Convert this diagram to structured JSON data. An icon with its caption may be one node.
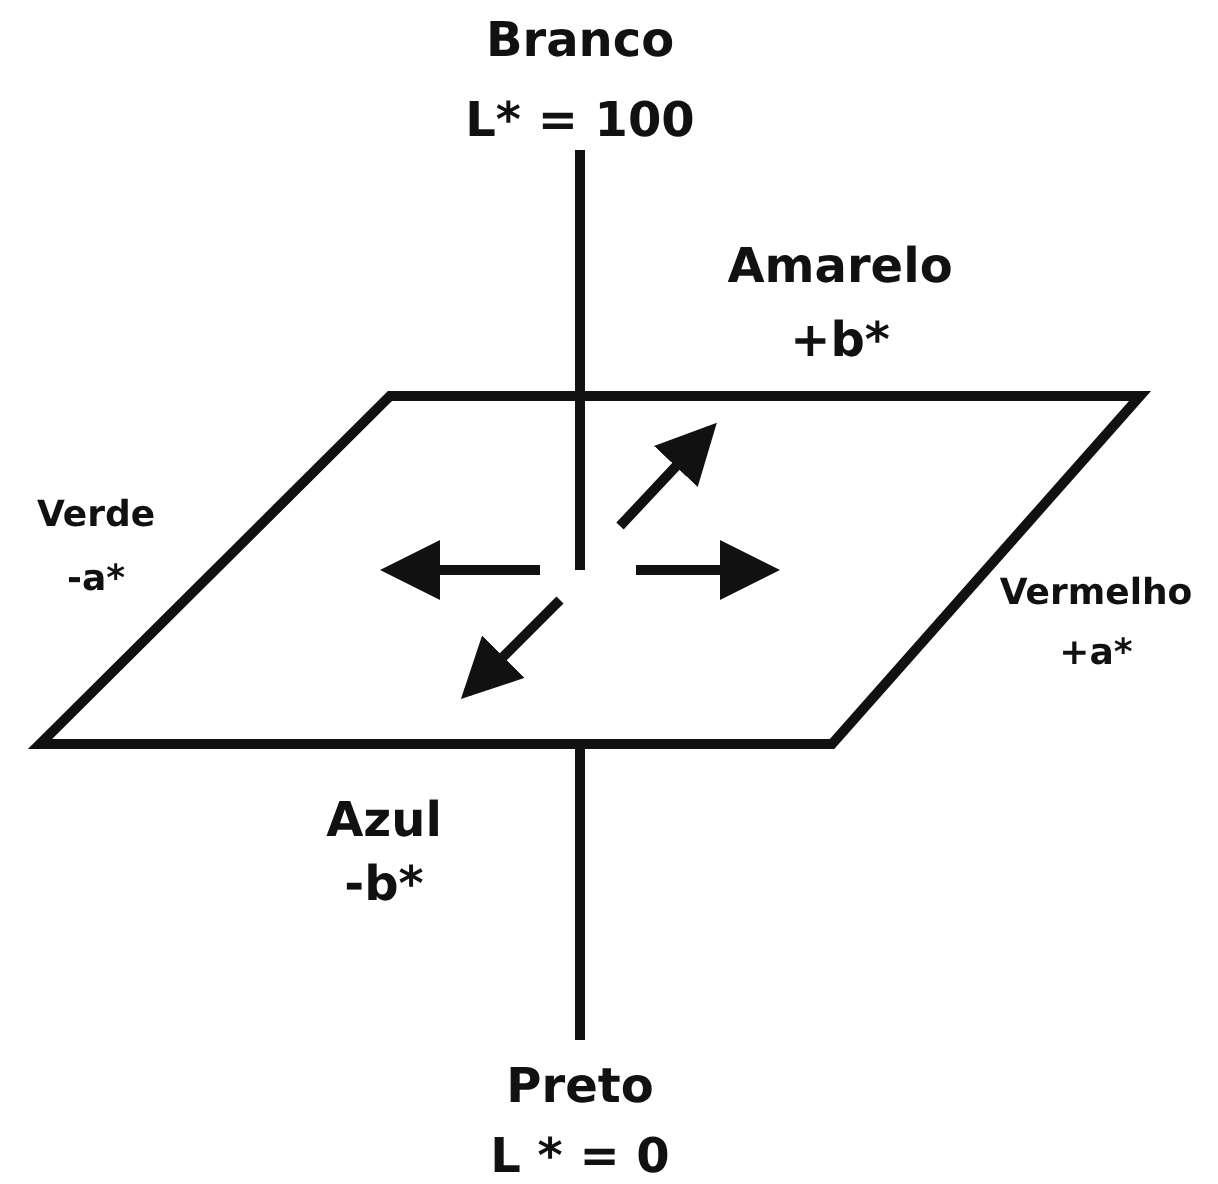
{
  "diagram": {
    "labels": [
      "Branco",
      "L* = 100",
      "Amarelo",
      "+b*",
      "Verde",
      "-a*",
      "Vermelho",
      "+a*",
      "Azul",
      "-b*",
      "Preto",
      "L * = 0"
    ]
  }
}
